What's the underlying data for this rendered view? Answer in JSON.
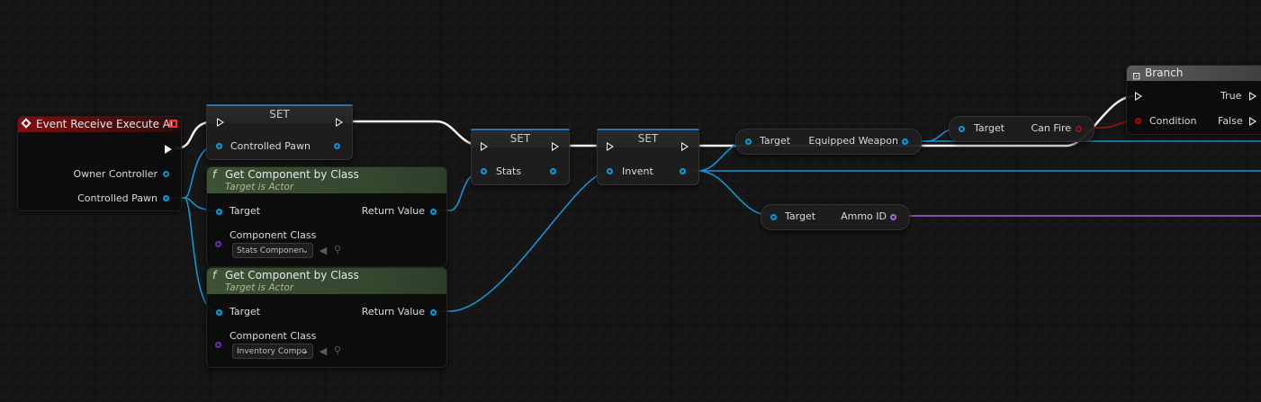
{
  "colors": {
    "exec_wire": "#f2f2f2",
    "object_wire": "#1693d6",
    "bool_wire": "#a31212",
    "int_wire": "#a968d8",
    "event_header": "#7b1010",
    "function_header": "#3e5236"
  },
  "event_node": {
    "title": "Event Receive Execute AI",
    "icon": "event-diamond-icon",
    "pins": {
      "owner_controller": "Owner Controller",
      "controlled_pawn": "Controlled Pawn"
    }
  },
  "set_controlled_pawn": {
    "title": "SET",
    "pin_label": "Controlled Pawn"
  },
  "get_component_stats": {
    "title": "Get Component by Class",
    "subtitle": "Target is Actor",
    "target": "Target",
    "return_value": "Return Value",
    "component_class": "Component Class",
    "class_value": "Stats Componen"
  },
  "get_component_inventory": {
    "title": "Get Component by Class",
    "subtitle": "Target is Actor",
    "target": "Target",
    "return_value": "Return Value",
    "component_class": "Component Class",
    "class_value": "Inventory Compo"
  },
  "set_stats": {
    "title": "SET",
    "pin_label": "Stats"
  },
  "set_invent": {
    "title": "SET",
    "pin_label": "Invent"
  },
  "get_equipped_weapon": {
    "target": "Target",
    "output": "Equipped Weapon"
  },
  "get_can_fire": {
    "target": "Target",
    "output": "Can Fire"
  },
  "get_ammo_id": {
    "target": "Target",
    "output": "Ammo ID"
  },
  "branch": {
    "title": "Branch",
    "condition": "Condition",
    "true_label": "True",
    "false_label": "False"
  }
}
